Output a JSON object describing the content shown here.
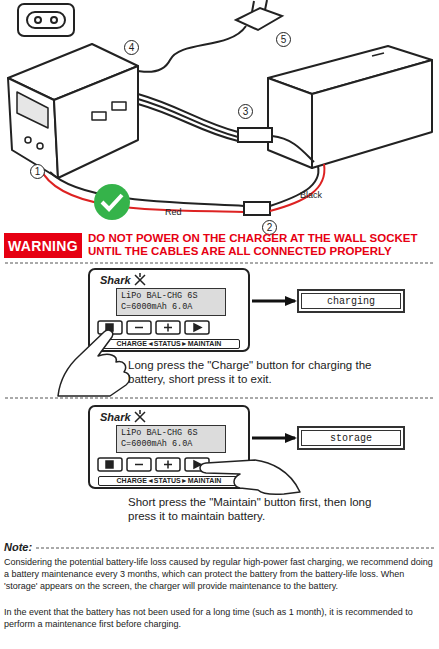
{
  "diagram": {
    "nodes": [
      {
        "text": [
          "WARNING"
        ]
      },
      {
        "text": [
          "Shark",
          "CHARGE◄STATUS►MAINTAIN"
        ]
      },
      {
        "text": [
          "LiPo BAL-CHG 6S",
          "C=6000mAh 6.0A"
        ],
        "in": 1
      },
      {
        "text": [
          "charging"
        ]
      },
      {
        "text": [
          "Shark",
          "CHARGE◄STATUS►MAINTAIN"
        ]
      },
      {
        "text": [
          "LiPo BAL-CHG 6S",
          "C=6000mAh 6.0A"
        ],
        "in": 4
      },
      {
        "text": [
          "storage"
        ]
      }
    ],
    "edges": [
      {
        "from": 1,
        "to": 3,
        "arrow": "to"
      },
      {
        "from": 4,
        "to": 6,
        "arrow": "to"
      }
    ],
    "labels": [
      "4",
      "5",
      "3",
      "1",
      "Black",
      "Red",
      "2",
      "DO NOT POWER ON THE CHARGER AT THE WALL SOCKET UNTIL THE CABLES ARE ALL CONNECTED PROPERLY",
      "Long press the \"Charge\" button for charging the battery, short press it to exit.",
      "Short press the \"Maintain\" button first, then long press it to maintain battery.",
      "Note:",
      "Considering the potential battery-life loss caused by regular high-power fast charging, we recommend doing a battery maintenance every 3 months, which can protect the battery from the battery-life loss. When 'storage' appears on the screen, the charger will provide maintenance to the battery.",
      "In the event that the battery has not been used for a long time (such as 1 month), it is recommended to perform a maintenance first before charging."
    ]
  }
}
